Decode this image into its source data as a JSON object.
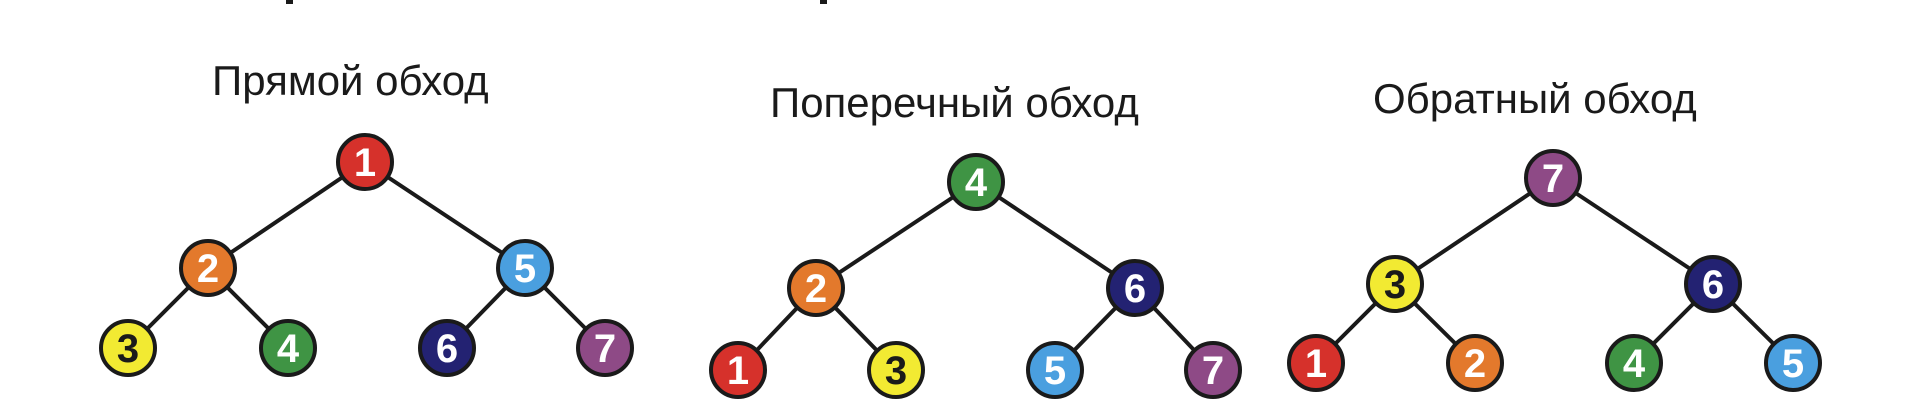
{
  "colors": {
    "red": "#d6312b",
    "orange": "#e3792c",
    "yellow": "#f2ea32",
    "green": "#3f9444",
    "navy": "#232272",
    "blue": "#4a9fdf",
    "purple": "#8e4a86"
  },
  "trees": [
    {
      "title": "Прямой обход",
      "nodes": [
        {
          "label": "1",
          "color": "red",
          "text_color": "#ffffff"
        },
        {
          "label": "2",
          "color": "orange",
          "text_color": "#ffffff"
        },
        {
          "label": "5",
          "color": "blue",
          "text_color": "#ffffff"
        },
        {
          "label": "3",
          "color": "yellow",
          "text_color": "#1a1a1a"
        },
        {
          "label": "4",
          "color": "green",
          "text_color": "#ffffff"
        },
        {
          "label": "6",
          "color": "navy",
          "text_color": "#ffffff"
        },
        {
          "label": "7",
          "color": "purple",
          "text_color": "#ffffff"
        }
      ]
    },
    {
      "title": "Поперечный обход",
      "nodes": [
        {
          "label": "4",
          "color": "green",
          "text_color": "#ffffff"
        },
        {
          "label": "2",
          "color": "orange",
          "text_color": "#ffffff"
        },
        {
          "label": "6",
          "color": "navy",
          "text_color": "#ffffff"
        },
        {
          "label": "1",
          "color": "red",
          "text_color": "#ffffff"
        },
        {
          "label": "3",
          "color": "yellow",
          "text_color": "#1a1a1a"
        },
        {
          "label": "5",
          "color": "blue",
          "text_color": "#ffffff"
        },
        {
          "label": "7",
          "color": "purple",
          "text_color": "#ffffff"
        }
      ]
    },
    {
      "title": "Обратный обход",
      "nodes": [
        {
          "label": "7",
          "color": "purple",
          "text_color": "#ffffff"
        },
        {
          "label": "3",
          "color": "yellow",
          "text_color": "#1a1a1a"
        },
        {
          "label": "6",
          "color": "navy",
          "text_color": "#ffffff"
        },
        {
          "label": "1",
          "color": "red",
          "text_color": "#ffffff"
        },
        {
          "label": "2",
          "color": "orange",
          "text_color": "#ffffff"
        },
        {
          "label": "4",
          "color": "green",
          "text_color": "#ffffff"
        },
        {
          "label": "5",
          "color": "blue",
          "text_color": "#ffffff"
        }
      ]
    }
  ]
}
